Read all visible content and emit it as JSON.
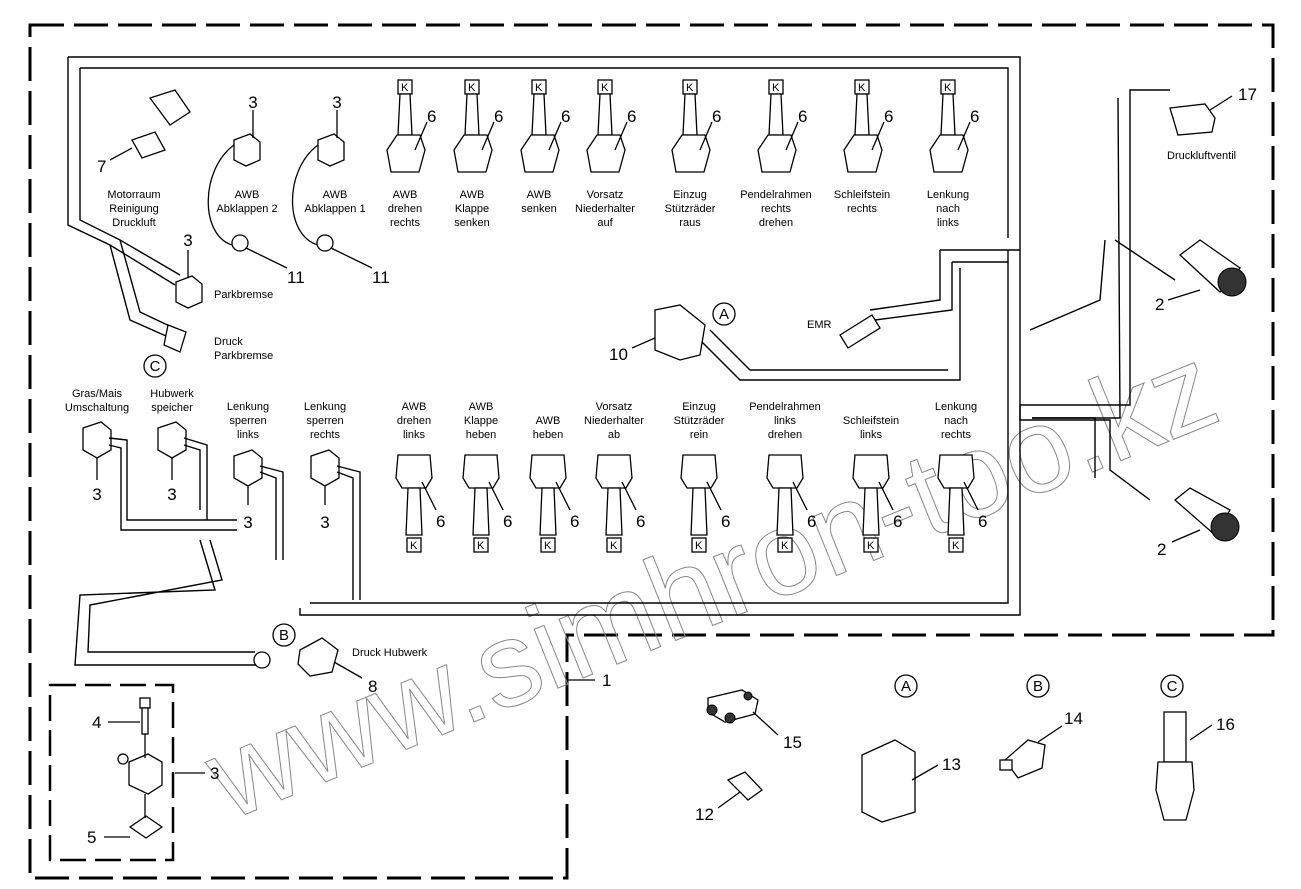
{
  "diagram": {
    "title": "Wiring harness exploded parts diagram",
    "watermark": "www.simhron-too.kz",
    "top_row": [
      {
        "ref": "6",
        "label": [
          "AWB",
          "drehen",
          "rechts"
        ]
      },
      {
        "ref": "6",
        "label": [
          "AWB",
          "Klappe",
          "senken"
        ]
      },
      {
        "ref": "6",
        "label": [
          "AWB",
          "senken"
        ]
      },
      {
        "ref": "6",
        "label": [
          "Vorsatz",
          "Niederhalter",
          "auf"
        ]
      },
      {
        "ref": "6",
        "label": [
          "Einzug",
          "Stützräder",
          "raus"
        ]
      },
      {
        "ref": "6",
        "label": [
          "Pendelrahmen",
          "rechts",
          "drehen"
        ]
      },
      {
        "ref": "6",
        "label": [
          "Schleifstein",
          "rechts"
        ]
      },
      {
        "ref": "6",
        "label": [
          "Lenkung",
          "nach",
          "links"
        ]
      }
    ],
    "bottom_row": [
      {
        "ref": "6",
        "label": [
          "AWB",
          "drehen",
          "links"
        ]
      },
      {
        "ref": "6",
        "label": [
          "AWB",
          "Klappe",
          "heben"
        ]
      },
      {
        "ref": "6",
        "label": [
          "AWB",
          "heben"
        ]
      },
      {
        "ref": "6",
        "label": [
          "Vorsatz",
          "Niederhalter",
          "ab"
        ]
      },
      {
        "ref": "6",
        "label": [
          "Einzug",
          "Stützräder",
          "rein"
        ]
      },
      {
        "ref": "6",
        "label": [
          "Pendelrahmen",
          "links",
          "drehen"
        ]
      },
      {
        "ref": "6",
        "label": [
          "Schleifstein",
          "links"
        ]
      },
      {
        "ref": "6",
        "label": [
          "Lenkung",
          "nach",
          "rechts"
        ]
      }
    ],
    "solenoids_bottom": [
      {
        "ref": "3",
        "label": [
          "Gras/Mais",
          "Umschaltung"
        ]
      },
      {
        "ref": "3",
        "label": [
          "Hubwerk",
          "speicher"
        ]
      },
      {
        "ref": "3",
        "label": [
          "Lenkung",
          "sperren",
          "links"
        ]
      },
      {
        "ref": "3",
        "label": [
          "Lenkung",
          "sperren",
          "rechts"
        ]
      }
    ],
    "top_left": {
      "motorraum": {
        "ref": "7",
        "label": [
          "Motorraum",
          "Reinigung",
          "Druckluft"
        ]
      },
      "abklappen2": {
        "ref": "3",
        "sub_ref": "11",
        "label": [
          "AWB",
          "Abklappen 2"
        ]
      },
      "abklappen1": {
        "ref": "3",
        "sub_ref": "11",
        "label": [
          "AWB",
          "Abklappen 1"
        ]
      },
      "parkbremse": {
        "ref": "3",
        "label": "Parkbremse"
      },
      "druck_parkbremse": {
        "ref": "C",
        "label": [
          "Druck",
          "Parkbremse"
        ]
      }
    },
    "center": {
      "connector_10": {
        "ref": "10",
        "callout": "A"
      },
      "emr": {
        "label": "EMR"
      }
    },
    "right": {
      "druckluftventil": {
        "ref": "17",
        "label": "Druckluftventil"
      },
      "plug_upper": {
        "ref": "2"
      },
      "plug_lower": {
        "ref": "2"
      }
    },
    "hubwerk": {
      "ref": "8",
      "callout": "B",
      "label": "Druck Hubwerk"
    },
    "harness_ref": "1",
    "detail_box": {
      "parent_ref": "3",
      "bolt_ref": "4",
      "seal_ref": "5"
    },
    "loose_parts": [
      {
        "ref": "15",
        "callout": ""
      },
      {
        "ref": "12",
        "callout": ""
      },
      {
        "ref": "13",
        "callout": "A"
      },
      {
        "ref": "14",
        "callout": "B"
      },
      {
        "ref": "16",
        "callout": "C"
      }
    ],
    "k_marker": "K"
  }
}
